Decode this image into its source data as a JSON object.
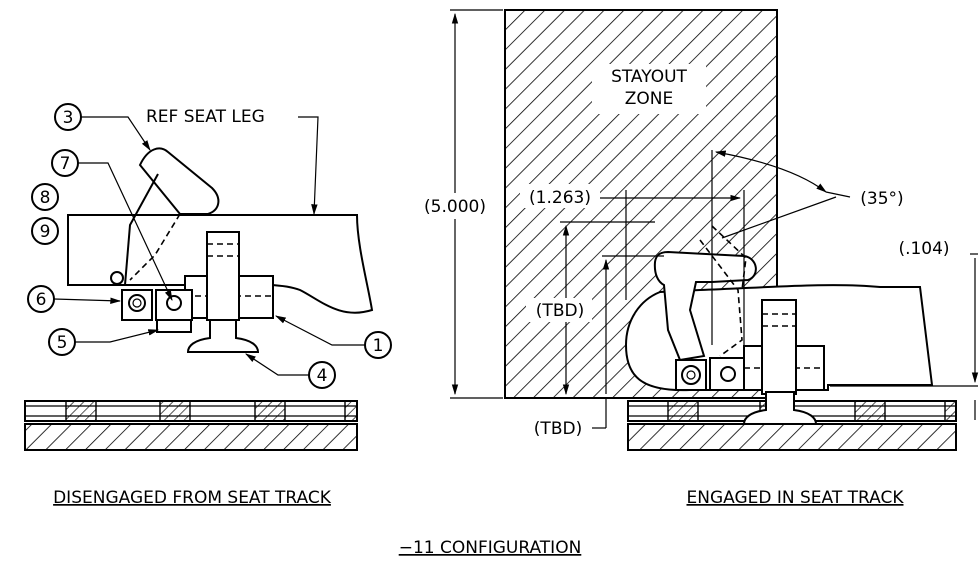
{
  "callouts": {
    "c1": "1",
    "c3": "3",
    "c4": "4",
    "c5": "5",
    "c6": "6",
    "c7": "7",
    "c8": "8",
    "c9": "9"
  },
  "labels": {
    "ref_seat_leg": "REF SEAT LEG",
    "stayout_line1": "STAYOUT",
    "stayout_line2": "ZONE",
    "dim_5000": "(5.000)",
    "dim_1263": "(1.263)",
    "dim_35": "(35°)",
    "dim_104": "(.104)",
    "dim_tbd_upper": "(TBD)",
    "dim_tbd_lower": "(TBD)",
    "caption_left": "DISENGAGED FROM SEAT TRACK",
    "caption_right": "ENGAGED IN SEAT TRACK",
    "config": "−11 CONFIGURATION"
  }
}
